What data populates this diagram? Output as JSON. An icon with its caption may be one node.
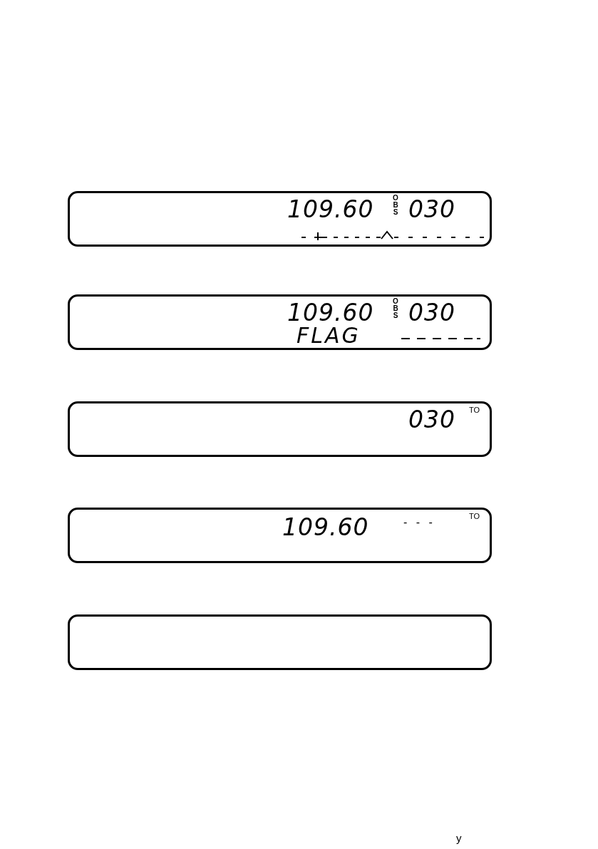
{
  "diagram": {
    "nodes": [
      {
        "text": [
          "109.60",
          "OBS",
          "030"
        ]
      },
      {
        "text": [
          "109.60",
          "OBS",
          "030",
          "FLAG"
        ]
      },
      {
        "text": [
          "030",
          "TO"
        ]
      },
      {
        "text": [
          "109.60",
          "- - -",
          "TO"
        ]
      },
      {
        "text": [],
        "shape": "box"
      }
    ],
    "labels": [
      "y"
    ]
  }
}
